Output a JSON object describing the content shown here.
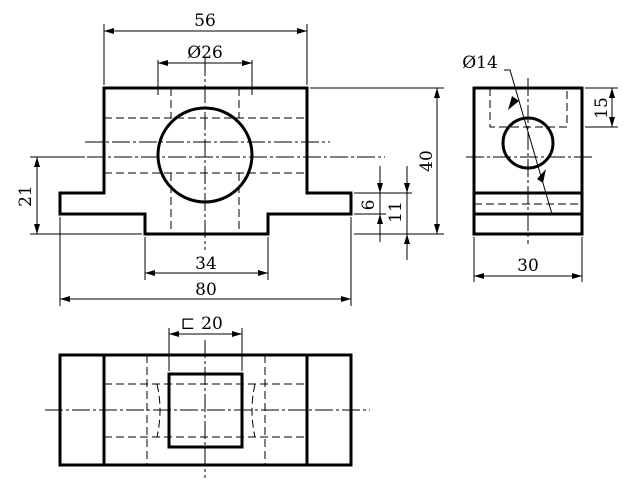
{
  "dimensions": {
    "top_width": "56",
    "bore_diameter": "Ø26",
    "total_height": "40",
    "step_height": "21",
    "base_thickness": "6",
    "groove_depth": "11",
    "groove_width": "34",
    "overall_length": "80",
    "side_hole_diameter": "Ø14",
    "side_hole_height": "15",
    "side_width": "30",
    "slot_width": "20",
    "slot_symbol": "⊏"
  }
}
